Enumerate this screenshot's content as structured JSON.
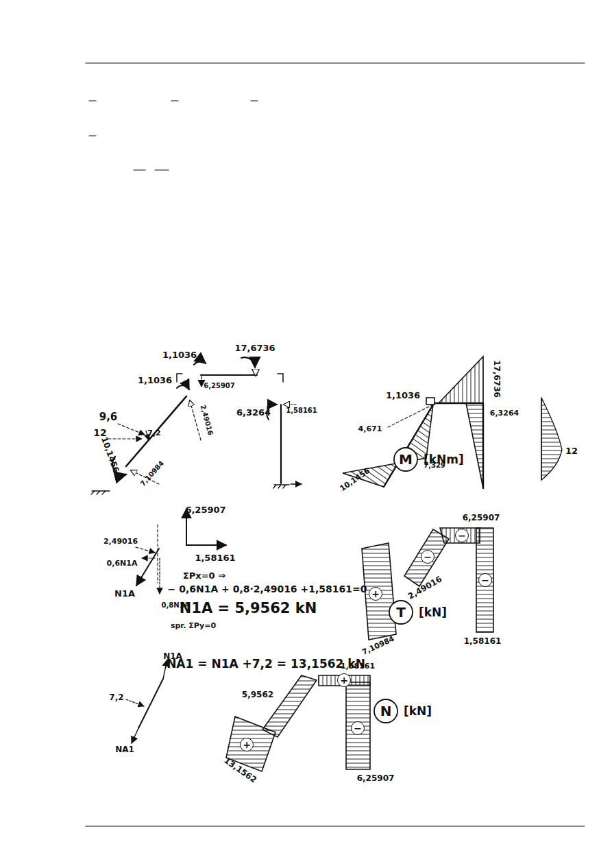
{
  "diagram": {
    "nodes": [
      {
        "text": [
          "M",
          "[kNm]"
        ]
      },
      {
        "text": [
          "T",
          "[kN]"
        ]
      },
      {
        "text": [
          "N",
          "[kN]"
        ]
      }
    ],
    "labels": [
      "1,1036",
      "17,6736",
      "6,25907",
      "1,1036",
      "9,6",
      "12",
      "7,2",
      "2,49016",
      "7,10984",
      "10,1456",
      "6,3264",
      "1,58161",
      "1,1036",
      "17,6736",
      "6,3264",
      "4,671",
      "7,329",
      "10,1456",
      "12",
      "6,25907",
      "1,58161",
      "2,49016",
      "0,6N1A",
      "N1A",
      "0,8N1A",
      "ΣPx=0 ⇒",
      "− 0,6N1A + 0,8·2,49016 +1,58161=0",
      "N1A = 5,9562 kN",
      "spr. ΣPy=0",
      "6,25907",
      "2,49016",
      "7,10984",
      "1,58161",
      "+",
      "−",
      "−",
      "−",
      "NA1 = N1A +7,2 = 13,1562 kN",
      "N1A",
      "7,2",
      "NA1",
      "1,58161",
      "5,9562",
      "13,1562",
      "6,25907",
      "+",
      "+",
      "−"
    ]
  }
}
